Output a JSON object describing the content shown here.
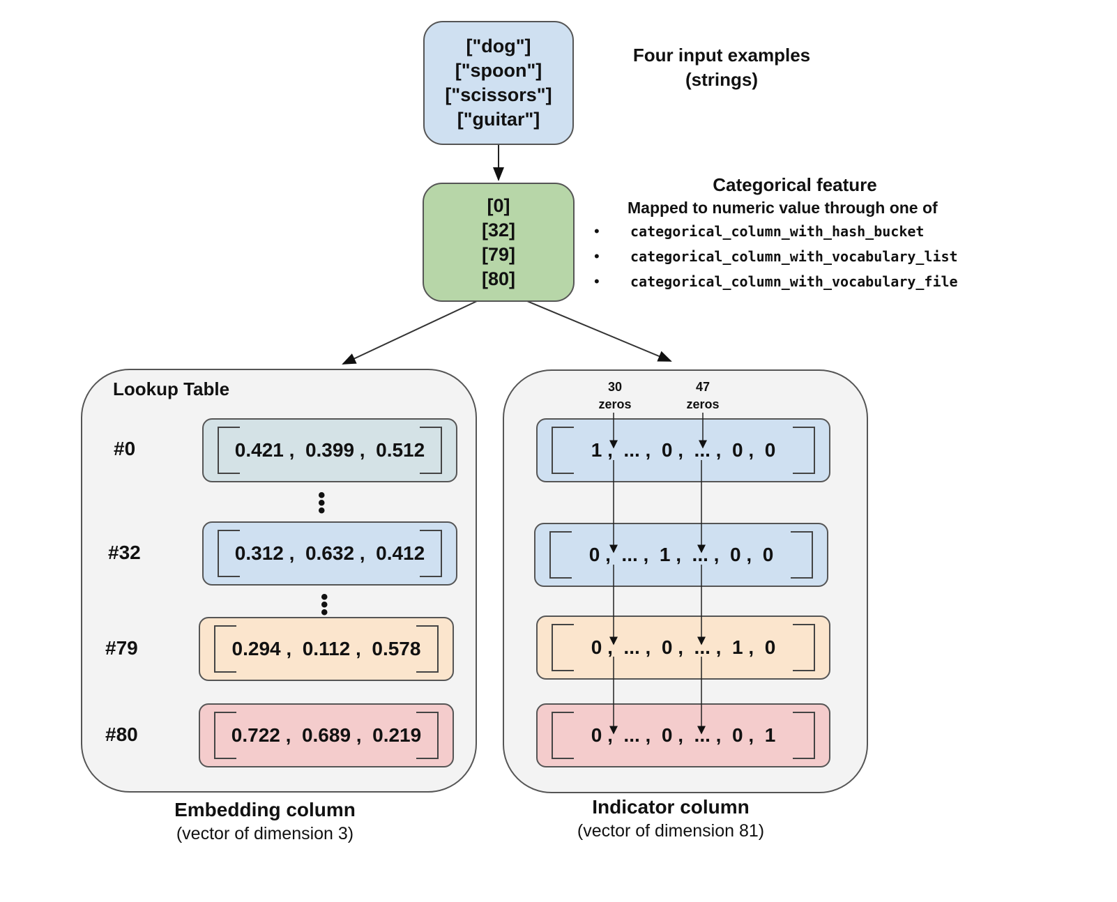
{
  "input": {
    "items": [
      "[\"dog\"]",
      "[\"spoon\"]",
      "[\"scissors\"]",
      "[\"guitar\"]"
    ],
    "label_line1": "Four input examples",
    "label_line2": "(strings)"
  },
  "categorical": {
    "items": [
      "[0]",
      "[32]",
      "[79]",
      "[80]"
    ],
    "title": "Categorical feature",
    "subtitle": "Mapped to numeric value through one of",
    "methods": [
      "categorical_column_with_hash_bucket",
      "categorical_column_with_vocabulary_list",
      "categorical_column_with_vocabulary_file"
    ]
  },
  "embedding": {
    "panel_title": "Lookup Table",
    "rows": [
      {
        "index": "#0",
        "values": "0.421 ,  0.399 ,  0.512",
        "color": "#d4e2e6"
      },
      {
        "index": "#32",
        "values": "0.312 ,  0.632 ,  0.412",
        "color": "#cfe0f1"
      },
      {
        "index": "#79",
        "values": "0.294 ,  0.112 ,  0.578",
        "color": "#fbe5cd"
      },
      {
        "index": "#80",
        "values": "0.722 ,  0.689 ,  0.219",
        "color": "#f4cccc"
      }
    ],
    "caption_title": "Embedding column",
    "caption_sub": "(vector of dimension 3)"
  },
  "indicator": {
    "zeros_labels": [
      {
        "count": "30",
        "word": "zeros"
      },
      {
        "count": "47",
        "word": "zeros"
      }
    ],
    "rows": [
      {
        "values": "1 ,  ... ,  0 ,  ... ,  0 ,  0",
        "color": "#cfe0f1"
      },
      {
        "values": "0 ,  ... ,  1 ,  ... ,  0 ,  0",
        "color": "#cfe0f1"
      },
      {
        "values": "0 ,  ... ,  0 ,  ... ,  1 ,  0",
        "color": "#fbe5cd"
      },
      {
        "values": "0 ,  ... ,  0 ,  ... ,  0 ,  1",
        "color": "#f4cccc"
      }
    ],
    "caption_title": "Indicator column",
    "caption_sub": "(vector of dimension 81)"
  },
  "bullet_glyph": "•"
}
